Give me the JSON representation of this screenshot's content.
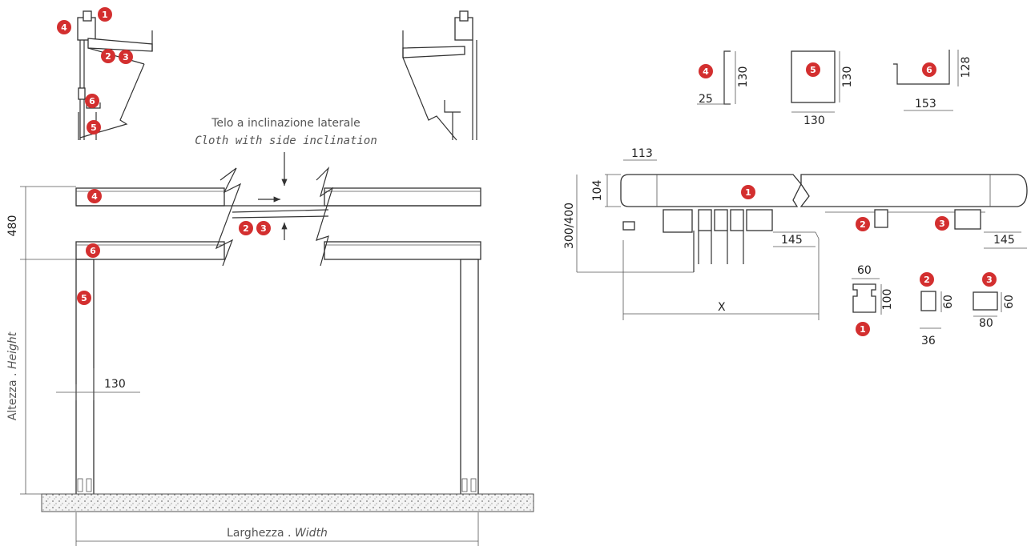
{
  "caption": {
    "line1": "Telo a inclinazione laterale",
    "line2": "Cloth with side inclination"
  },
  "main_dims": {
    "height_480": "480",
    "post_130": "130",
    "height_label_a": "Altezza",
    "height_label_sep": " . ",
    "height_label_b": "Height",
    "width_label_a": "Larghezza",
    "width_label_sep": " . ",
    "width_label_b": "Width"
  },
  "section": {
    "d113": "113",
    "d104": "104",
    "d300_400": "300/400",
    "d145a": "145",
    "d145b": "145",
    "dx": "X"
  },
  "profiles": {
    "p4_h": "130",
    "p4_w": "25",
    "p5_h": "130",
    "p5_w": "130",
    "p6_h": "128",
    "p6_w": "153",
    "p1_w": "60",
    "p1_h": "100",
    "p2_h": "60",
    "p2_w": "36",
    "p3_h": "60",
    "p3_w": "80"
  },
  "badges": {
    "b1": "1",
    "b2": "2",
    "b3": "3",
    "b4": "4",
    "b5": "5",
    "b6": "6"
  },
  "colors": {
    "badge": "#d32f2f",
    "line": "#333333"
  }
}
